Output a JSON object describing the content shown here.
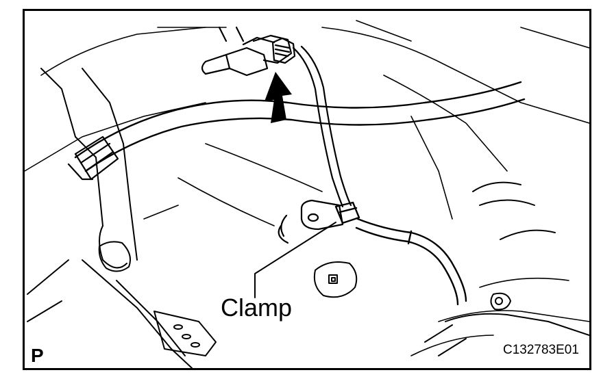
{
  "figure": {
    "callout_label": "Clamp",
    "corner_mark": "P",
    "figure_id": "C132783E01"
  },
  "colors": {
    "ink": "#000000",
    "paper": "#ffffff"
  }
}
